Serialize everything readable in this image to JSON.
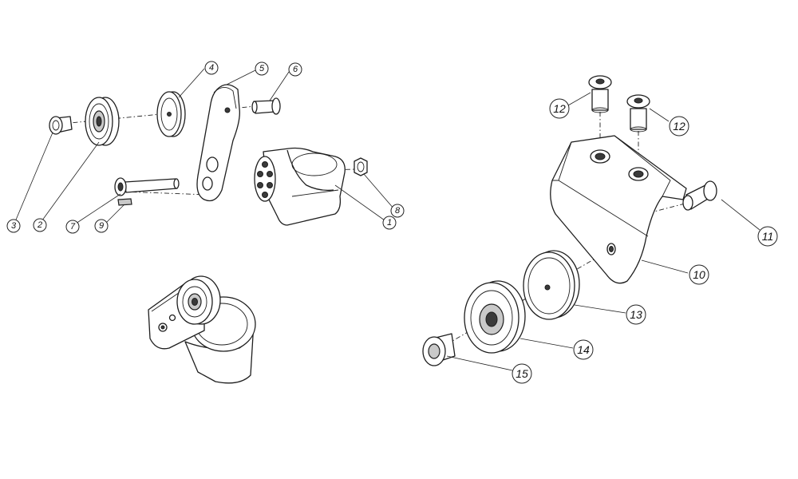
{
  "callouts_left": [
    {
      "id": "1",
      "label": "1"
    },
    {
      "id": "2",
      "label": "2"
    },
    {
      "id": "3",
      "label": "3"
    },
    {
      "id": "4",
      "label": "4"
    },
    {
      "id": "5",
      "label": "5"
    },
    {
      "id": "6",
      "label": "6"
    },
    {
      "id": "7",
      "label": "7"
    },
    {
      "id": "8",
      "label": "8"
    },
    {
      "id": "9",
      "label": "9"
    }
  ],
  "callouts_right": [
    {
      "id": "10",
      "label": "10"
    },
    {
      "id": "11",
      "label": "11"
    },
    {
      "id": "12a",
      "label": "12"
    },
    {
      "id": "12b",
      "label": "12"
    },
    {
      "id": "13",
      "label": "13"
    },
    {
      "id": "14",
      "label": "14"
    },
    {
      "id": "15",
      "label": "15"
    }
  ]
}
